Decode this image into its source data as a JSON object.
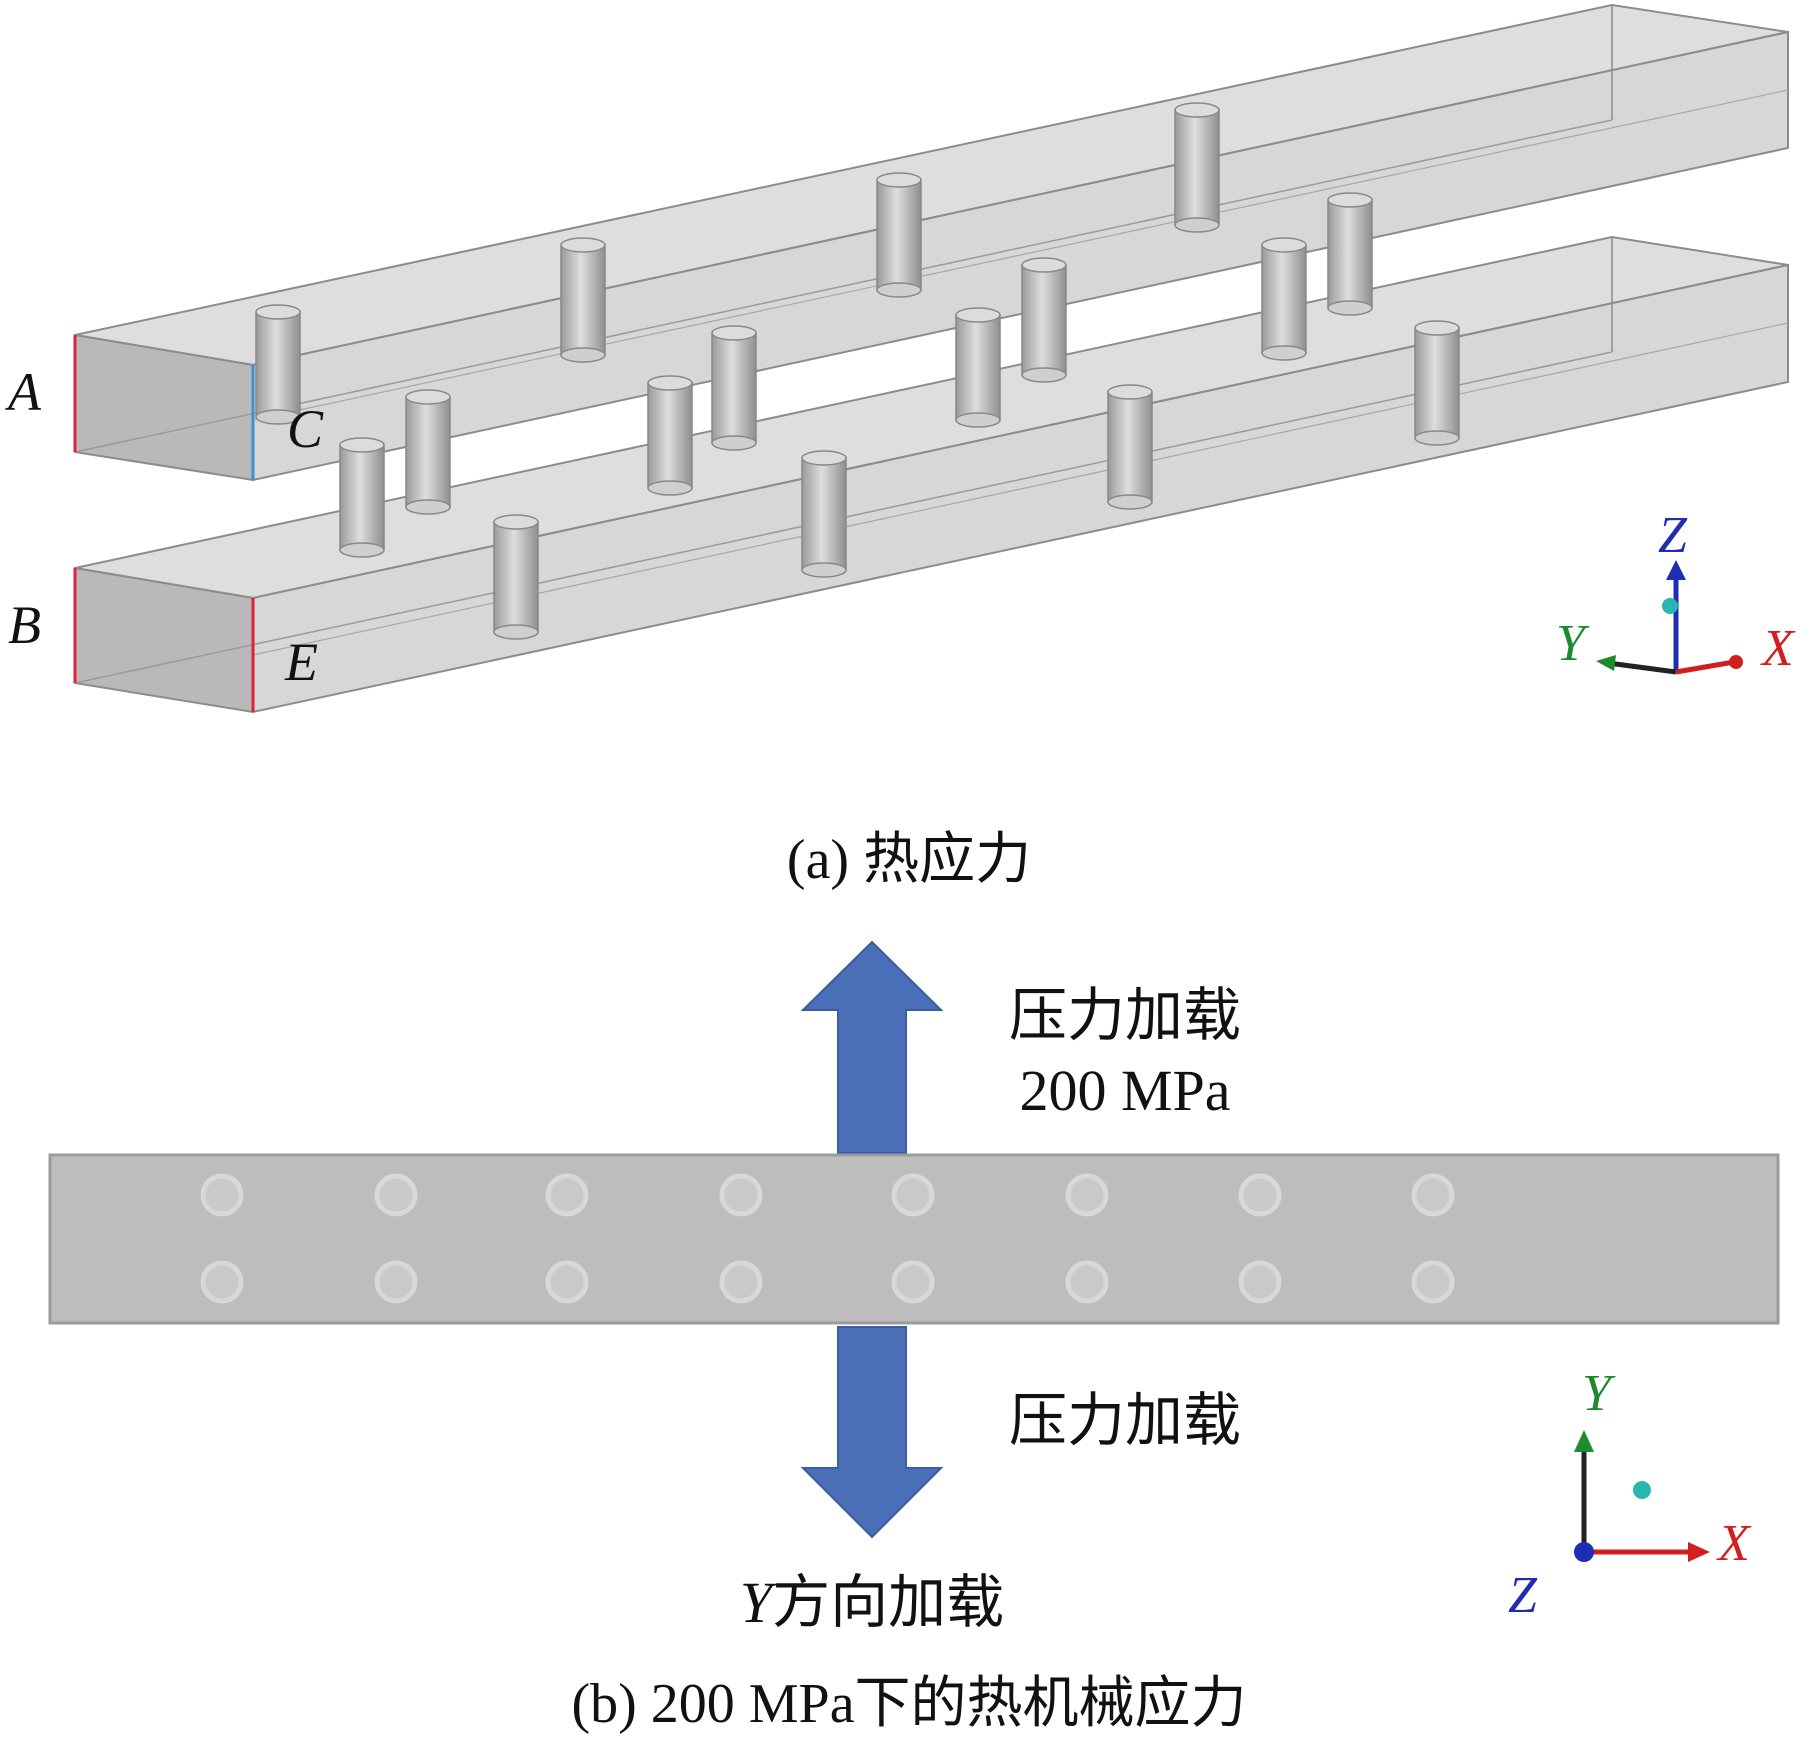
{
  "panel_a": {
    "caption": "(a) 热应力",
    "labels": {
      "A": "A",
      "B": "B",
      "C": "C",
      "E": "E"
    },
    "axes": {
      "z": "Z",
      "y": "Y",
      "x": "X"
    }
  },
  "panel_b": {
    "top_load_line1": "压力加载",
    "top_load_line2": "200 MPa",
    "bottom_load": "压力加载",
    "direction_label_axis": "Y",
    "direction_label_text": "方向加载",
    "caption": "(b) 200 MPa下的热机械应力",
    "axes": {
      "y": "Y",
      "x": "X",
      "z": "Z"
    }
  },
  "colors": {
    "channel_fill": "#c8c8c8",
    "channel_edge": "#8c8c8c",
    "end_face_edge": "#e3223a",
    "inner_edge": "#3f8fd6",
    "load_arrow": "#4a6eb8",
    "plate_fill": "#bdbdbd",
    "axis_x": "#d11f1f",
    "axis_y": "#1e8a2e",
    "axis_z": "#1f2db4",
    "origin_dot": "#2bb5b0"
  }
}
